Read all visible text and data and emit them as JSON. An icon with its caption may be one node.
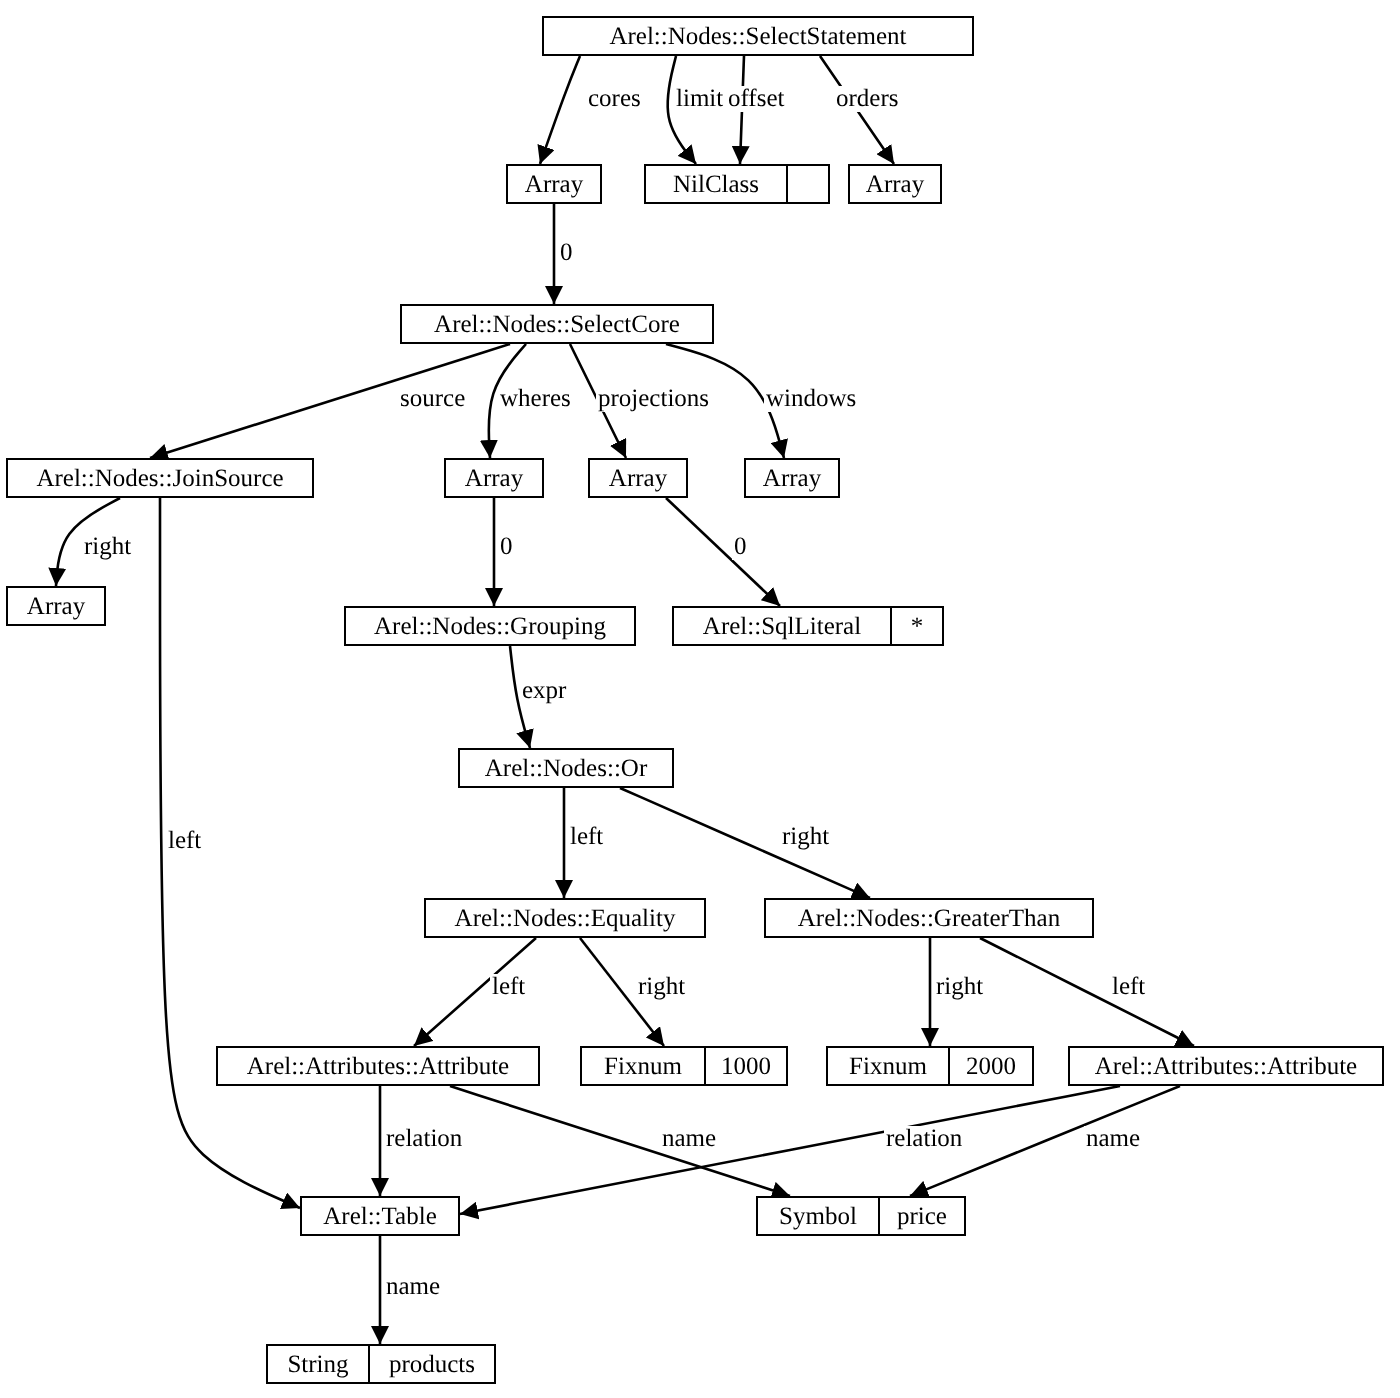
{
  "diagram": {
    "nodes": [
      {
        "text": [
          "Arel::Nodes::SelectStatement"
        ]
      },
      {
        "text": [
          "Array"
        ]
      },
      {
        "text": [
          "NilClass"
        ]
      },
      {
        "text": [
          "Array"
        ]
      },
      {
        "text": [
          "Arel::Nodes::SelectCore"
        ]
      },
      {
        "text": [
          "Arel::Nodes::JoinSource"
        ]
      },
      {
        "text": [
          "Array"
        ]
      },
      {
        "text": [
          "Array"
        ]
      },
      {
        "text": [
          "Array"
        ]
      },
      {
        "text": [
          "Array"
        ]
      },
      {
        "text": [
          "Arel::Nodes::Grouping"
        ]
      },
      {
        "text": [
          "Arel::SqlLiteral",
          "*"
        ]
      },
      {
        "text": [
          "Arel::Nodes::Or"
        ]
      },
      {
        "text": [
          "Arel::Nodes::Equality"
        ]
      },
      {
        "text": [
          "Arel::Nodes::GreaterThan"
        ]
      },
      {
        "text": [
          "Arel::Attributes::Attribute"
        ]
      },
      {
        "text": [
          "Fixnum",
          "1000"
        ]
      },
      {
        "text": [
          "Fixnum",
          "2000"
        ]
      },
      {
        "text": [
          "Arel::Attributes::Attribute"
        ]
      },
      {
        "text": [
          "Arel::Table"
        ]
      },
      {
        "text": [
          "Symbol",
          "price"
        ]
      },
      {
        "text": [
          "String",
          "products"
        ]
      }
    ],
    "edges": [
      {
        "from": 0,
        "to": 1,
        "arrow": "to",
        "label": "cores"
      },
      {
        "from": 0,
        "to": 2,
        "arrow": "to",
        "label": "limit"
      },
      {
        "from": 0,
        "to": 2,
        "arrow": "to",
        "label": "offset"
      },
      {
        "from": 0,
        "to": 3,
        "arrow": "to",
        "label": "orders"
      },
      {
        "from": 1,
        "to": 4,
        "arrow": "to",
        "label": "0"
      },
      {
        "from": 4,
        "to": 5,
        "arrow": "to",
        "label": "source"
      },
      {
        "from": 4,
        "to": 6,
        "arrow": "to",
        "label": "wheres"
      },
      {
        "from": 4,
        "to": 7,
        "arrow": "to",
        "label": "projections"
      },
      {
        "from": 4,
        "to": 8,
        "arrow": "to",
        "label": "windows"
      },
      {
        "from": 5,
        "to": 9,
        "arrow": "to",
        "label": "right"
      },
      {
        "from": 5,
        "to": 19,
        "arrow": "to",
        "label": "left"
      },
      {
        "from": 6,
        "to": 10,
        "arrow": "to",
        "label": "0"
      },
      {
        "from": 7,
        "to": 11,
        "arrow": "to",
        "label": "0"
      },
      {
        "from": 10,
        "to": 12,
        "arrow": "to",
        "label": "expr"
      },
      {
        "from": 12,
        "to": 13,
        "arrow": "to",
        "label": "left"
      },
      {
        "from": 12,
        "to": 14,
        "arrow": "to",
        "label": "right"
      },
      {
        "from": 13,
        "to": 15,
        "arrow": "to",
        "label": "left"
      },
      {
        "from": 13,
        "to": 16,
        "arrow": "to",
        "label": "right"
      },
      {
        "from": 14,
        "to": 17,
        "arrow": "to",
        "label": "right"
      },
      {
        "from": 14,
        "to": 18,
        "arrow": "to",
        "label": "left"
      },
      {
        "from": 15,
        "to": 19,
        "arrow": "to",
        "label": "relation"
      },
      {
        "from": 15,
        "to": 20,
        "arrow": "to",
        "label": "name"
      },
      {
        "from": 18,
        "to": 19,
        "arrow": "to",
        "label": "relation"
      },
      {
        "from": 18,
        "to": 20,
        "arrow": "to",
        "label": "name"
      },
      {
        "from": 19,
        "to": 21,
        "arrow": "to",
        "label": "name"
      }
    ]
  }
}
